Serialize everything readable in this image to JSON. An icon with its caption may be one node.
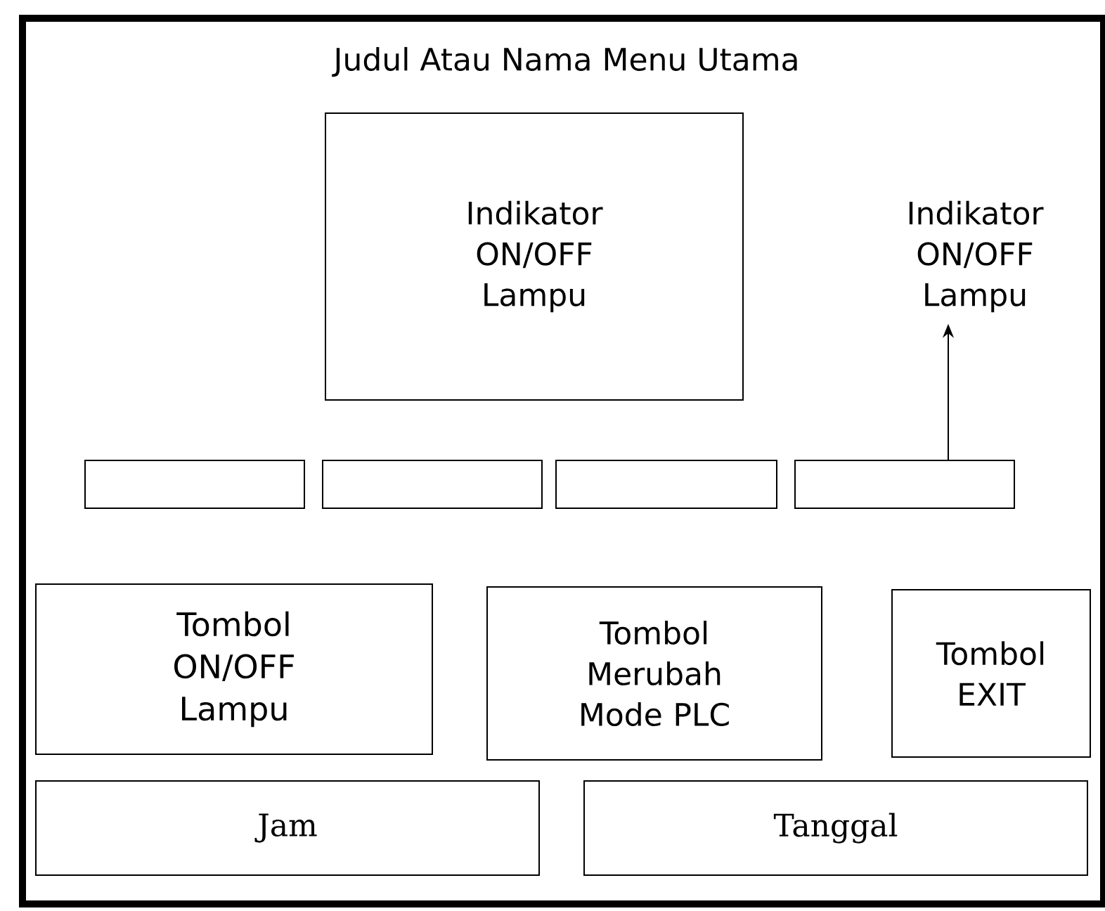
{
  "diagram": {
    "nodes": [
      {
        "text": [
          "Judul Atau Nama Menu Utama"
        ]
      },
      {
        "text": [
          "Indikator ON/OFF Lampu"
        ],
        "in": 0
      },
      {
        "text": [
          "Indikator ON/OFF Lampu"
        ],
        "in": 0
      },
      {
        "text": [],
        "shape": "box",
        "in": 0
      },
      {
        "text": [],
        "shape": "box",
        "in": 0
      },
      {
        "text": [],
        "shape": "box",
        "in": 0
      },
      {
        "text": [],
        "shape": "box",
        "in": 0
      },
      {
        "text": [
          "Tombol ON/OFF Lampu"
        ],
        "in": 0
      },
      {
        "text": [
          "Tombol Merubah Mode PLC"
        ],
        "in": 0
      },
      {
        "text": [
          "Tombol EXIT"
        ],
        "in": 0
      },
      {
        "text": [
          "Jam"
        ],
        "in": 0
      },
      {
        "text": [
          "Tanggal"
        ],
        "in": 0
      }
    ],
    "edges": [
      {
        "from": 6,
        "to": 2,
        "arrow": "to"
      }
    ]
  }
}
